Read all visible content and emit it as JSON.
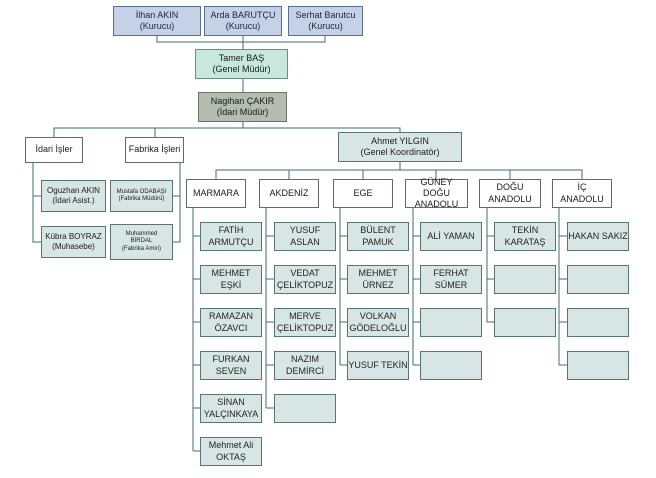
{
  "founders": [
    {
      "name": "İlhan AKIN",
      "role": "(Kurucu)"
    },
    {
      "name": "Arda BARUTÇU",
      "role": "(Kurucu)"
    },
    {
      "name": "Serhat Barutcu",
      "role": "(Kurucu)"
    }
  ],
  "general_manager": {
    "name": "Tamer BAŞ",
    "role": "(Genel Müdür)"
  },
  "admin_manager": {
    "name": "Nagihan ÇAKIR",
    "role": "(İdari Müdür)"
  },
  "idari_isler": {
    "label": "İdari İşler",
    "staff": [
      {
        "name": "Oguzhan AKIN",
        "role": "(İdari Asist.)"
      },
      {
        "name": "Kübra BOYRAZ",
        "role": "(Muhasebe)"
      }
    ]
  },
  "fabrika_isleri": {
    "label": "Fabrika İşleri",
    "staff": [
      {
        "name": "Mustafa ODABAŞI",
        "role": "(Fabrika Müdürü)"
      },
      {
        "name": "Muhammed\nBİRDAL",
        "role": "(Fabrika Amiri)"
      }
    ]
  },
  "coordinator": {
    "name": "Ahmet YILGIN",
    "role": "(Genel Koordinatör)"
  },
  "regions": [
    {
      "label": "MARMARA",
      "members": [
        "FATİH\nARMUTÇU",
        "MEHMET EŞKİ",
        "RAMAZAN\nÖZAVCI",
        "FURKAN\nSEVEN",
        "SİNAN\nYALÇINKAYA",
        "Mehmet Ali\nOKTAŞ"
      ]
    },
    {
      "label": "AKDENİZ",
      "members": [
        "YUSUF ASLAN",
        "VEDAT\nÇELİKTOPUZ",
        "MERVE\nÇELİKTOPUZ",
        "NAZIM\nDEMİRCİ",
        ""
      ]
    },
    {
      "label": "EGE",
      "members": [
        "BÜLENT\nPAMUK",
        "MEHMET\nÜRNEZ",
        "VOLKAN\nGÖDELOĞLU",
        "YUSUF TEKİN"
      ]
    },
    {
      "label": "GÜNEY DOĞU\nANADOLU",
      "members": [
        "ALİ YAMAN",
        "FERHAT\nSÜMER",
        "",
        ""
      ]
    },
    {
      "label": "DOĞU\nANADOLU",
      "members": [
        "TEKİN\nKARATAŞ",
        "",
        ""
      ]
    },
    {
      "label": "İÇ\nANADOLU",
      "members": [
        "HAKAN SAKIZ",
        "",
        "",
        ""
      ]
    }
  ],
  "colors": {
    "founder_fill": "#c4d1e6",
    "general_manager_fill": "#c9e8dd",
    "admin_manager_fill": "#b5bdb1",
    "unit_fill": "#d7e6e5",
    "connector": "#3d6e6b"
  }
}
